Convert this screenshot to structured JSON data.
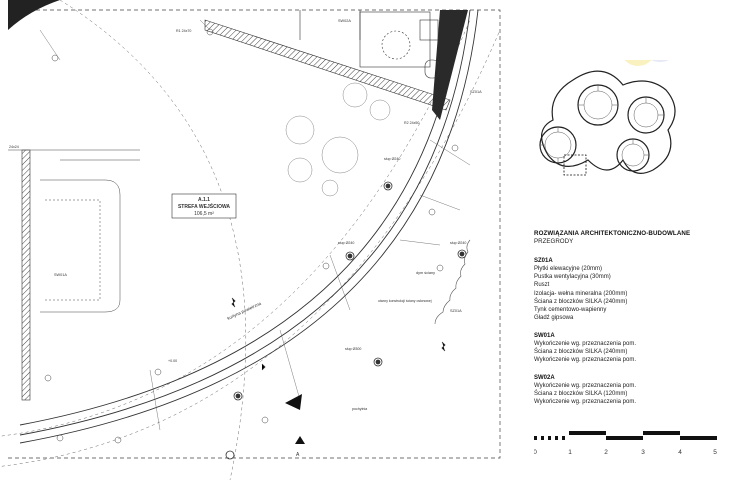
{
  "drawing": {
    "room": {
      "number": "A.1.1",
      "name": "STREFA WEJŚCIOWA",
      "area": "106,5 m²"
    },
    "annotations": {
      "kurtyna": "kurtyna powietrzna",
      "dym": "dym ściany",
      "slup1": "słup Ø240",
      "slup2": "słup Ø240",
      "slup3": "słup Ø240",
      "slup4": "słup Ø300",
      "wentylacja": "otwory konstrukcji ściany osłonowej",
      "sz01a_1": "SZ01A",
      "sz01a_2": "SZ01A",
      "sw01a": "SW01A",
      "sw02a": "SW02A",
      "r1": "R1 24x70",
      "r2": "R2 24x50",
      "wymiar_24": "24x24",
      "pochylnia": "pochylnia",
      "elev": "+0.00",
      "axis_a": "A"
    }
  },
  "panel": {
    "title": "ROZWIĄZANIA ARCHITEKTONICZNO-BUDOWLANE",
    "subtitle": "PRZEGRODY",
    "specs": [
      {
        "code": "SZ01A",
        "lines": [
          "Płytki elewacyjne (20mm)",
          "Pustka wentylacyjna (30mm)",
          "Ruszt",
          "Izolacja- wełna mineralna (200mm)",
          "Ściana z bloczków SILKA (240mm)",
          "Tynk cementowo-wapienny",
          "Gładź gipsowa"
        ]
      },
      {
        "code": "SW01A",
        "lines": [
          "Wykończenie wg. przeznaczenia pom.",
          "Ściana z bloczków SILKA (240mm)",
          "Wykończenie wg. przeznaczenia pom."
        ]
      },
      {
        "code": "SW02A",
        "lines": [
          "Wykończenie wg. przeznaczenia pom.",
          "Ściana z bloczków SILKA (120mm)",
          "Wykończenie wg. przeznaczenia pom."
        ]
      }
    ],
    "scale_labels": [
      "0",
      "1",
      "2",
      "3",
      "4",
      "5"
    ]
  },
  "colors": {
    "line": "#333333",
    "hatch": "#555555",
    "accent_blob": "#e6e9f5",
    "yellow": "#f6e58d"
  }
}
